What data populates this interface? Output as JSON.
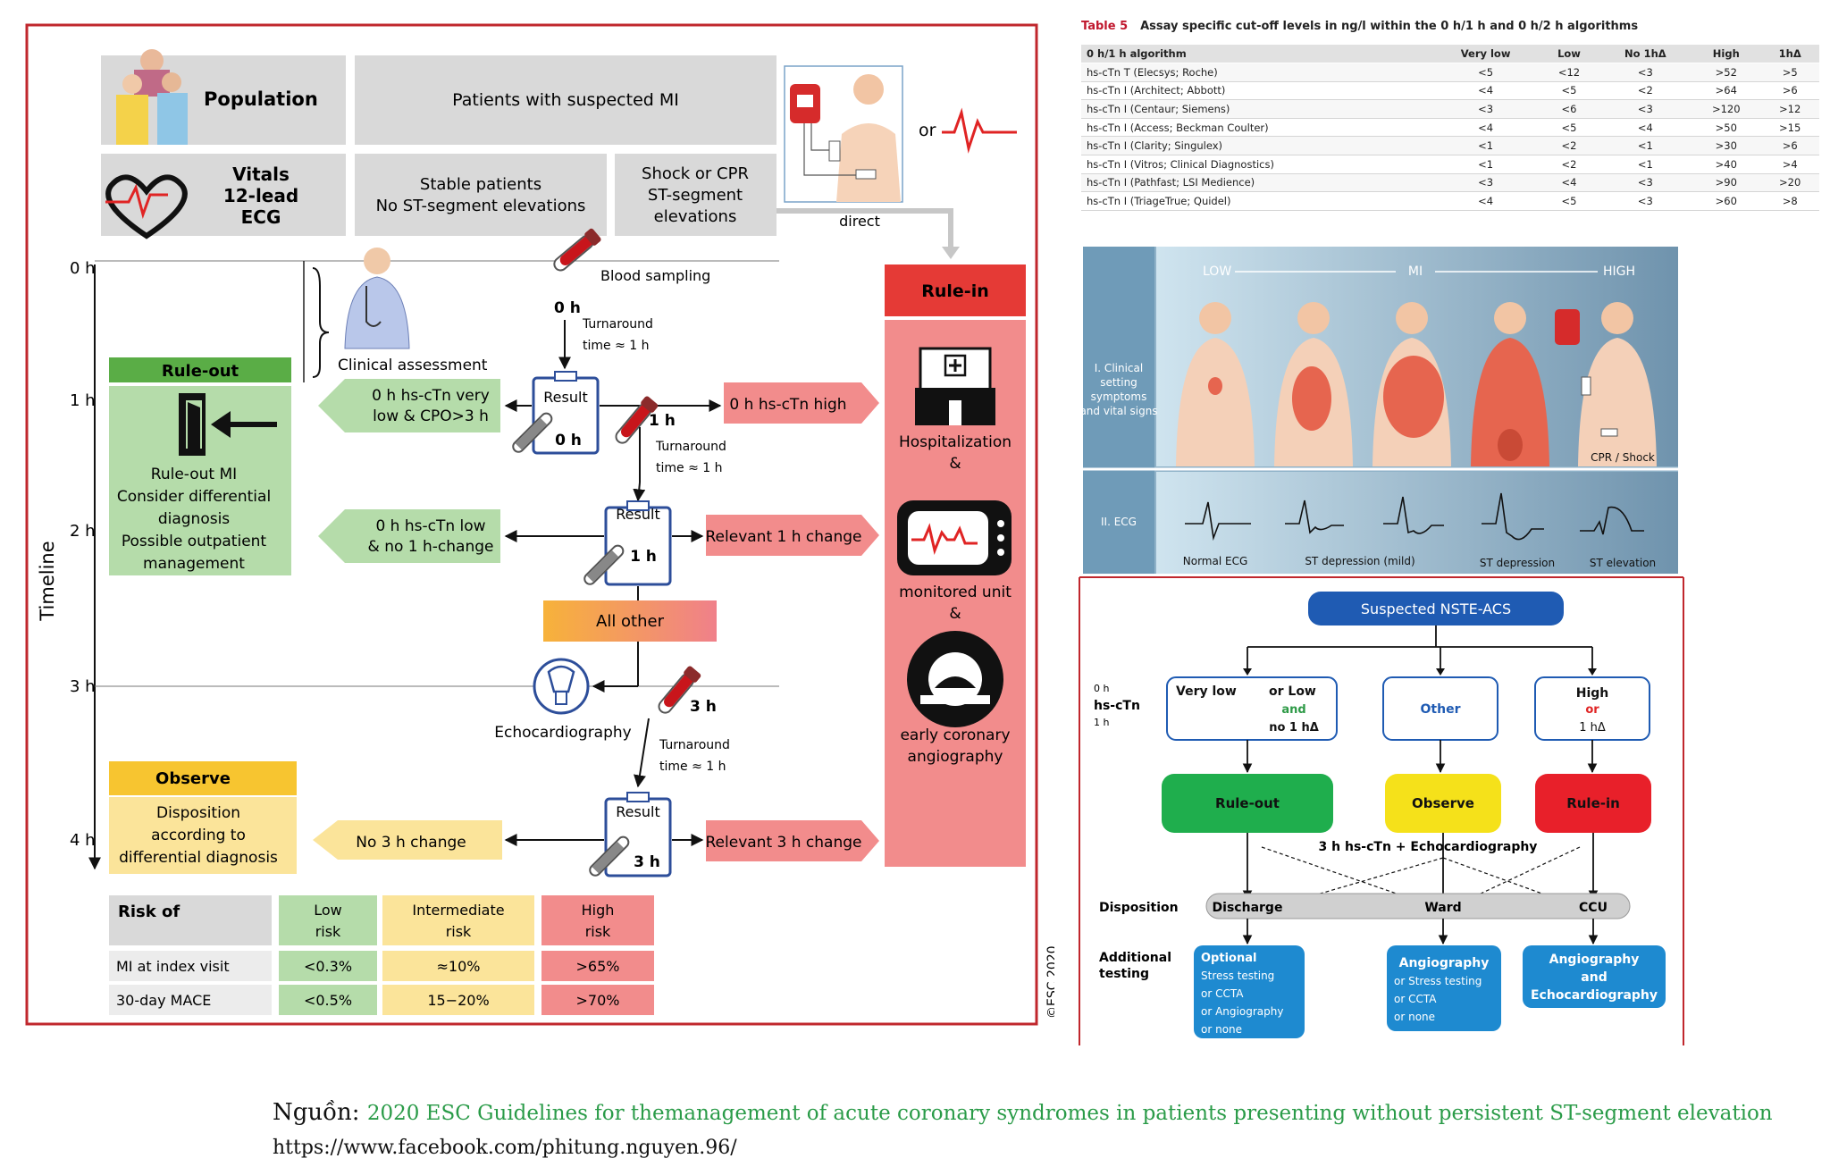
{
  "left": {
    "population_label": "Population",
    "patients_label": "Patients with suspected MI",
    "or_label": "or",
    "vitals_lines": [
      "Vitals",
      "12-lead",
      "ECG"
    ],
    "stable_lines": [
      "Stable patients",
      "No ST-segment elevations"
    ],
    "shock_lines": [
      "Shock or CPR",
      "ST-segment",
      "elevations"
    ],
    "direct_label": "direct",
    "timeline_label": "Timeline",
    "time_labels": [
      "0 h",
      "1 h",
      "2 h",
      "3 h",
      "4 h"
    ],
    "blood_sampling": "Blood sampling",
    "clinical_assessment": "Clinical assessment",
    "turnaround_lines": [
      "Turnaround",
      "time ≈ 1 h"
    ],
    "result_label": "Result",
    "tube_labels": [
      "0 h",
      "1 h",
      "3 h"
    ],
    "rule_out_header": "Rule-out",
    "rule_out_lines": [
      "Rule-out MI",
      "Consider differential",
      "diagnosis",
      "Possible outpatient",
      "management"
    ],
    "cond_0h_low": [
      "0 h hs-cTn very",
      "low & CPO>3 h"
    ],
    "cond_1h_low": [
      "0 h hs-cTn low",
      "& no 1 h-change"
    ],
    "cond_0h_high": "0 h hs-cTn high",
    "cond_1h_change": "Relevant 1 h change",
    "all_other": "All other",
    "echo_label": "Echocardiography",
    "observe_header": "Observe",
    "observe_lines": [
      "Disposition",
      "according to",
      "differential diagnosis"
    ],
    "no_3h_change": "No 3 h change",
    "relevant_3h": "Relevant 3 h change",
    "rule_in_header": "Rule-in",
    "hospitalization_lines": [
      "Hospitalization",
      "&"
    ],
    "monitored_lines": [
      "monitored unit",
      "&"
    ],
    "angiography_lines": [
      "early coronary",
      "angiography"
    ],
    "risk_header": "Risk of",
    "risk_cols": [
      [
        "Low",
        "risk"
      ],
      [
        "Intermediate",
        "risk"
      ],
      [
        "High",
        "risk"
      ]
    ],
    "risk_rows": [
      {
        "label": "MI at index visit",
        "values": [
          "<0.3%",
          "≈10%",
          ">65%"
        ]
      },
      {
        "label": "30-day MACE",
        "values": [
          "<0.5%",
          "15−20%",
          ">70%"
        ]
      }
    ],
    "copyright": "©ESC 2020",
    "colors": {
      "border": "#c0272d",
      "rule_out": "#5aad46",
      "rule_out_light": "#b5dcaa",
      "observe": "#f7c530",
      "observe_light": "#fbe49a",
      "rule_in": "#e53a36",
      "rule_in_light": "#f28c8c",
      "grey": "#d9d9d9"
    }
  },
  "table5": {
    "label": "Table 5",
    "title": "Assay specific cut-off levels in ng/l within the 0 h/1 h and 0 h/2 h algorithms",
    "headers": [
      "0 h/1 h algorithm",
      "Very low",
      "Low",
      "No 1hΔ",
      "High",
      "1hΔ"
    ],
    "rows": [
      [
        "hs-cTn T (Elecsys; Roche)",
        "<5",
        "<12",
        "<3",
        ">52",
        ">5"
      ],
      [
        "hs-cTn I (Architect; Abbott)",
        "<4",
        "<5",
        "<2",
        ">64",
        ">6"
      ],
      [
        "hs-cTn I (Centaur; Siemens)",
        "<3",
        "<6",
        "<3",
        ">120",
        ">12"
      ],
      [
        "hs-cTn I (Access; Beckman Coulter)",
        "<4",
        "<5",
        "<4",
        ">50",
        ">15"
      ],
      [
        "hs-cTn I (Clarity; Singulex)",
        "<1",
        "<2",
        "<1",
        ">30",
        ">6"
      ],
      [
        "hs-cTn I (Vitros; Clinical Diagnostics)",
        "<1",
        "<2",
        "<1",
        ">40",
        ">4"
      ],
      [
        "hs-cTn I (Pathfast; LSI Medience)",
        "<3",
        "<4",
        "<3",
        ">90",
        ">20"
      ],
      [
        "hs-cTn I (TriageTrue; Quidel)",
        "<4",
        "<5",
        "<3",
        ">60",
        ">8"
      ]
    ]
  },
  "spectrum": {
    "low": "LOW",
    "mi": "MI",
    "high": "HIGH",
    "clinical_lines": [
      "I. Clinical",
      "setting",
      "symptoms",
      "and vital signs"
    ],
    "ecg_label": "II. ECG",
    "cpr_label": "CPR / Shock",
    "ecg_labels": [
      "Normal ECG",
      "ST depression (mild)",
      "ST depression",
      "ST elevation"
    ]
  },
  "nste": {
    "title": "Suspected NSTE-ACS",
    "side_0h": "0 h",
    "side_hs": "hs-cTn",
    "side_1h": "1 h",
    "very_low": "Very low",
    "or_low": "or Low",
    "and": "and",
    "no_1h": "no 1 hΔ",
    "other": "Other",
    "high": "High",
    "or": "or",
    "one_h_delta": "1 hΔ",
    "rule_out": "Rule-out",
    "observe": "Observe",
    "rule_in": "Rule-in",
    "three_h": "3 h hs-cTn + Echocardiography",
    "disposition": "Disposition",
    "discharge": "Discharge",
    "ward": "Ward",
    "ccu": "CCU",
    "additional_lines": [
      "Additional",
      "testing"
    ],
    "opt1": [
      "Optional",
      "Stress testing",
      "or CCTA",
      "or Angiography",
      "or none"
    ],
    "opt2": [
      "Angiography",
      "or Stress testing",
      "or CCTA",
      "or none"
    ],
    "opt3": [
      "Angiography",
      "and",
      "Echocardiography"
    ]
  },
  "footer": {
    "source_prefix": "Nguồn:",
    "source_text": "2020 ESC Guidelines for themanagement of acute coronary syndromes in patients presenting without persistent ST-segment elevation",
    "url": "https://www.facebook.com/phitung.nguyen.96/"
  }
}
